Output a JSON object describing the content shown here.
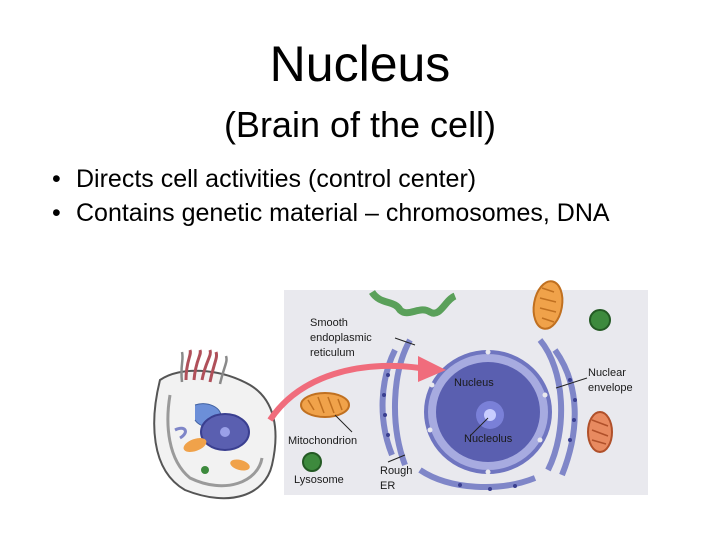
{
  "slide": {
    "title": "Nucleus",
    "subtitle": "(Brain of the cell)",
    "bullets": [
      {
        "marker": "•",
        "text": "Directs cell activities (control center)"
      },
      {
        "marker": "•",
        "text": "Contains genetic material – chromosomes, DNA"
      }
    ]
  },
  "figure": {
    "labels": {
      "smooth_er_1": "Smooth",
      "smooth_er_2": "endoplasmic",
      "smooth_er_3": "reticulum",
      "nucleus": "Nucleus",
      "nuclear_envelope_1": "Nuclear",
      "nuclear_envelope_2": "envelope",
      "mitochondrion": "Mitochondrion",
      "nucleolus": "Nucleolus",
      "rough_er_1": "Rough",
      "rough_er_2": "ER",
      "lysosome": "Lysosome"
    },
    "colors": {
      "panel_bg": "#e9e9ee",
      "nucleus_fill": "#5a5fb0",
      "arrow": "#f06c7c",
      "mitochondrion": "#f0a24a",
      "lysosome": "#3d8a3d",
      "er": "#7f86c8"
    }
  }
}
